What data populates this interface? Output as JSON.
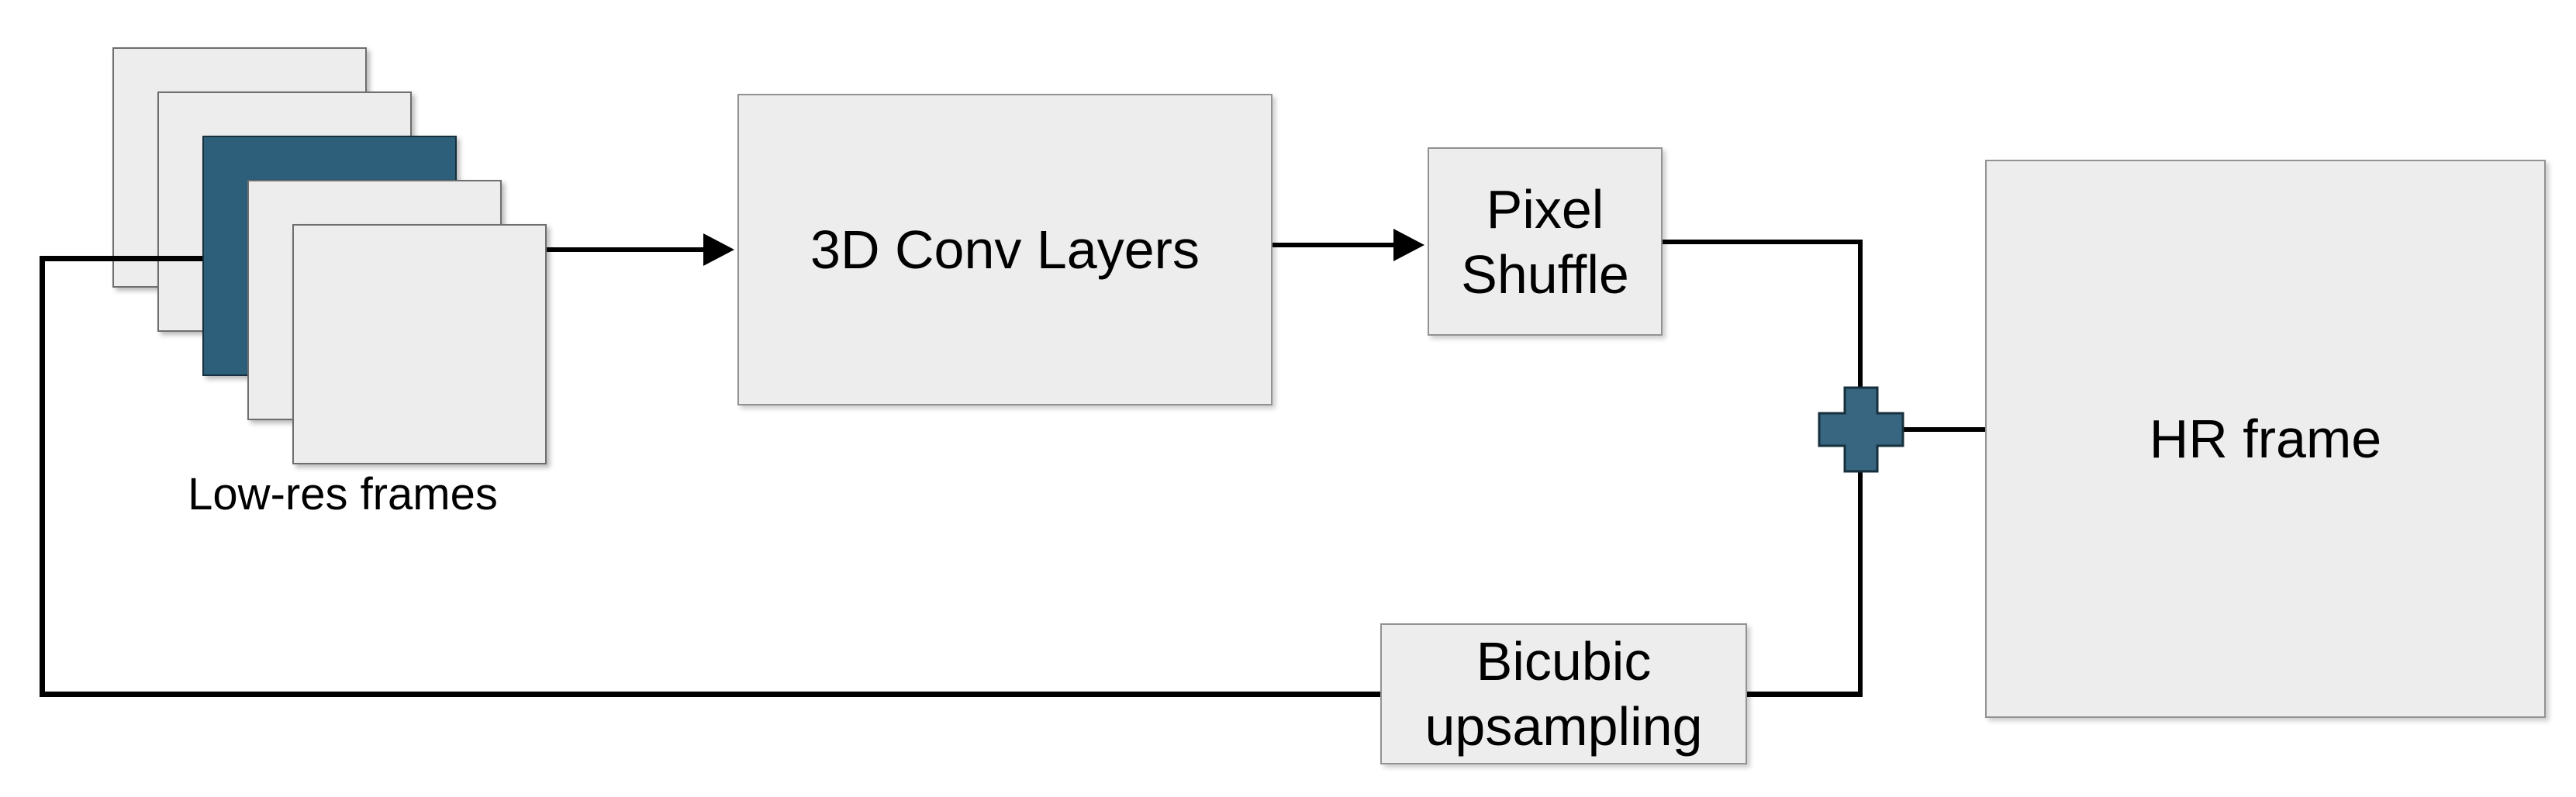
{
  "diagram": {
    "type": "flow-diagram",
    "description_visible_text_only": true,
    "nodes": {
      "low_res_stack": {
        "label": "Low-res frames",
        "frame_count": 5,
        "highlighted_frame_index": 3
      },
      "conv3d": {
        "label": "3D Conv Layers"
      },
      "pixel_shuffle": {
        "label": "Pixel Shuffle"
      },
      "bicubic": {
        "label": "Bicubic upsampling"
      },
      "hr_frame": {
        "label": "HR frame"
      },
      "sum_node": {
        "icon": "plus-icon"
      }
    },
    "edges": [
      {
        "from": "low_res_stack",
        "to": "conv3d",
        "style": "arrow"
      },
      {
        "from": "conv3d",
        "to": "pixel_shuffle",
        "style": "arrow"
      },
      {
        "from": "pixel_shuffle",
        "to": "sum_node",
        "style": "line"
      },
      {
        "from": "low_res_stack",
        "to": "bicubic",
        "style": "line"
      },
      {
        "from": "bicubic",
        "to": "sum_node",
        "style": "line"
      },
      {
        "from": "sum_node",
        "to": "hr_frame",
        "style": "line"
      }
    ],
    "colors": {
      "node_fill": "#EDEDEE",
      "node_border": "#929292",
      "frame_fill": "#EDEDEE",
      "frame_border": "#6E6E6E",
      "highlight_frame_fill": "#2E5F7A",
      "highlight_frame_border": "#16303D",
      "plus_fill": "#386680",
      "plus_border": "#16303D",
      "connector": "#000000",
      "label_text": "#000000",
      "background": "#FFFFFF"
    }
  }
}
